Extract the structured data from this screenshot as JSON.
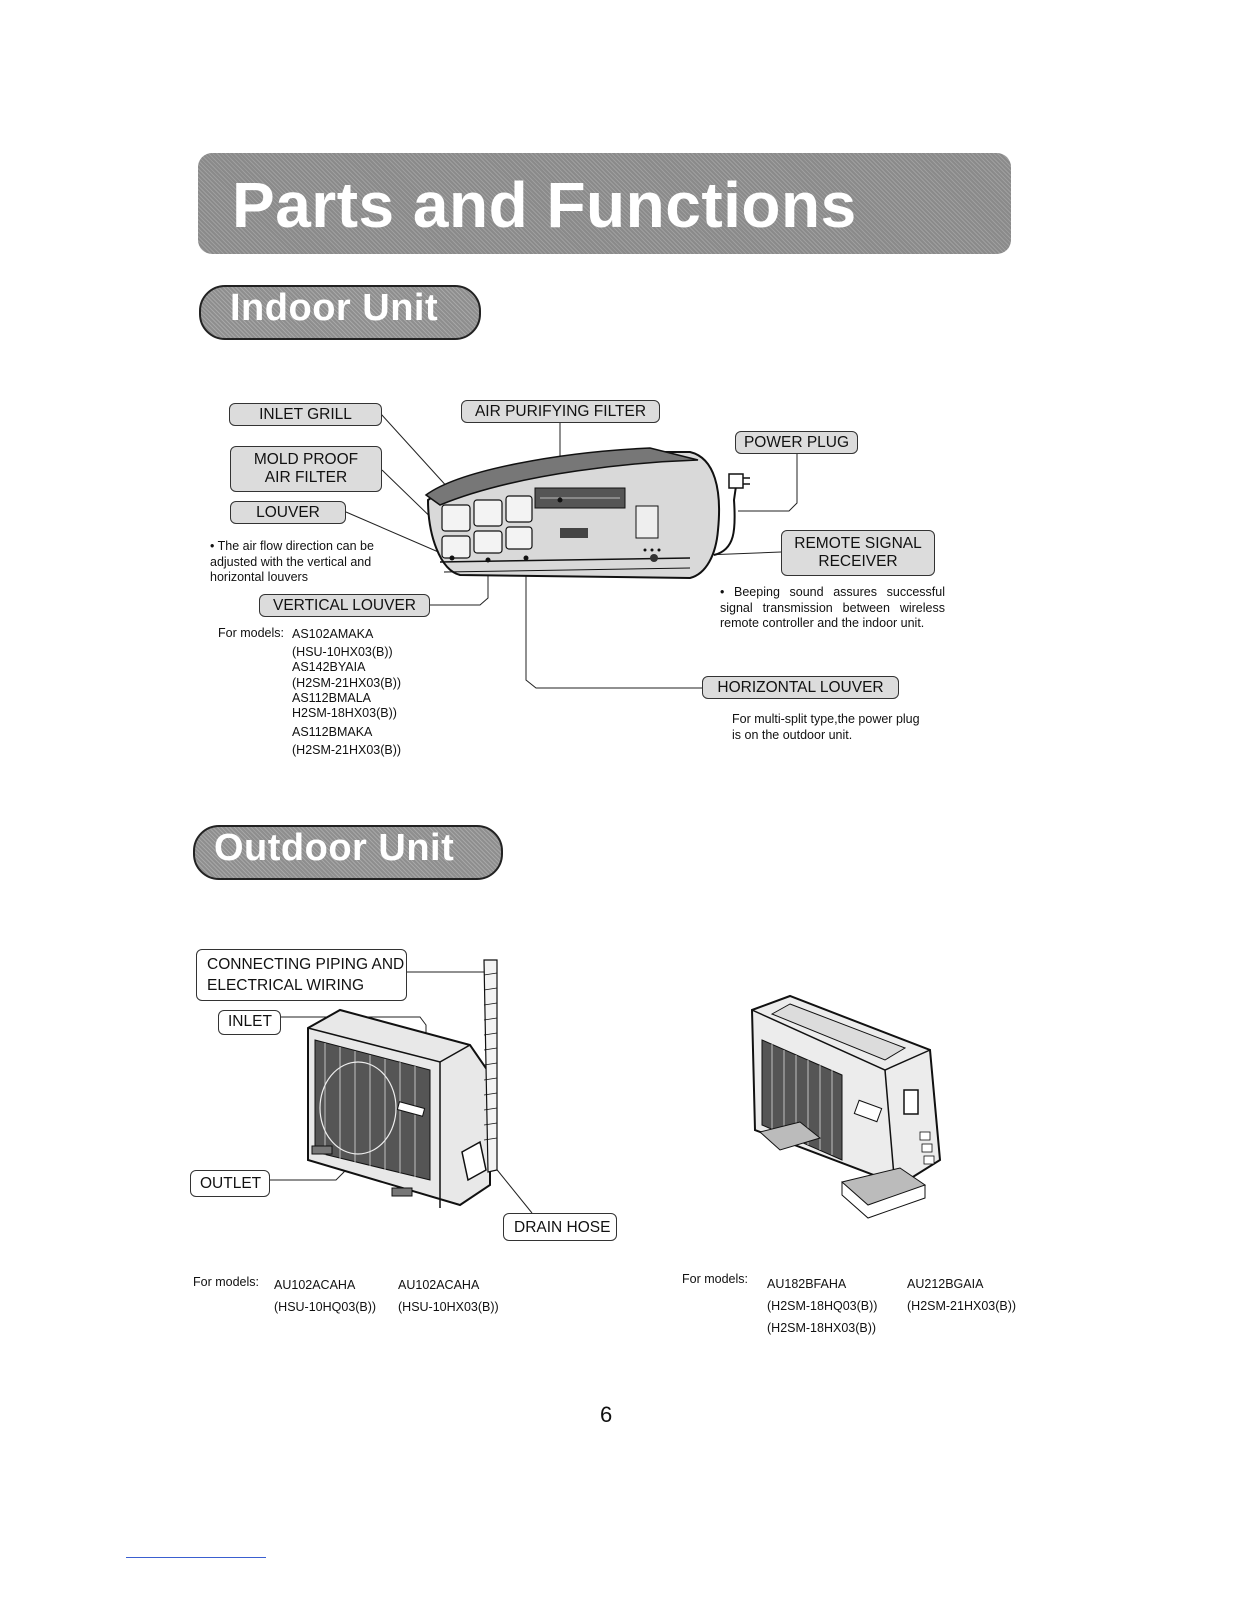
{
  "page": {
    "title": "Parts and Functions",
    "page_number": "6"
  },
  "indoor": {
    "heading": "Indoor Unit",
    "labels": {
      "inlet_grill": "INLET  GRILL",
      "air_purifying_filter": "AIR PURIFYING FILTER",
      "power_plug": "POWER PLUG",
      "mold_proof_1": "MOLD PROOF",
      "mold_proof_2": "AIR FILTER",
      "louver": "LOUVER",
      "remote_signal_1": "REMOTE SIGNAL",
      "remote_signal_2": "RECEIVER",
      "vertical_louver": "VERTICAL LOUVER",
      "horizontal_louver": "HORIZONTAL LOUVER"
    },
    "notes": {
      "airflow": "The air flow direction can be adjusted with the vertical and horizontal louvers",
      "beeping": "Beeping sound assures successful signal transmission between wireless remote controller and the indoor unit.",
      "multisplit": "For multi-split type,the power plug is on the outdoor unit."
    },
    "models_label": "For models:",
    "models": [
      "AS102AMAKA",
      "(HSU-10HX03(B))",
      "AS142BYAIA",
      "(H2SM-21HX03(B))",
      "AS112BMALA",
      "H2SM-18HX03(B))",
      "AS112BMAKA",
      "(H2SM-21HX03(B))"
    ]
  },
  "outdoor": {
    "heading": "Outdoor Unit",
    "labels": {
      "connecting_1": "CONNECTING PIPING AND",
      "connecting_2": "ELECTRICAL WIRING",
      "inlet": "INLET",
      "outlet": "OUTLET",
      "drain_hose": "DRAIN HOSE"
    },
    "models_left": {
      "label": "For models:",
      "col1": [
        "AU102ACAHA",
        "(HSU-10HQ03(B))"
      ],
      "col2": [
        "AU102ACAHA",
        "(HSU-10HX03(B))"
      ]
    },
    "models_right": {
      "label": "For models:",
      "col1": [
        "AU182BFAHA",
        "(H2SM-18HQ03(B))",
        "(H2SM-18HX03(B))"
      ],
      "col2": [
        "AU212BGAIA",
        "(H2SM-21HX03(B))"
      ]
    }
  }
}
